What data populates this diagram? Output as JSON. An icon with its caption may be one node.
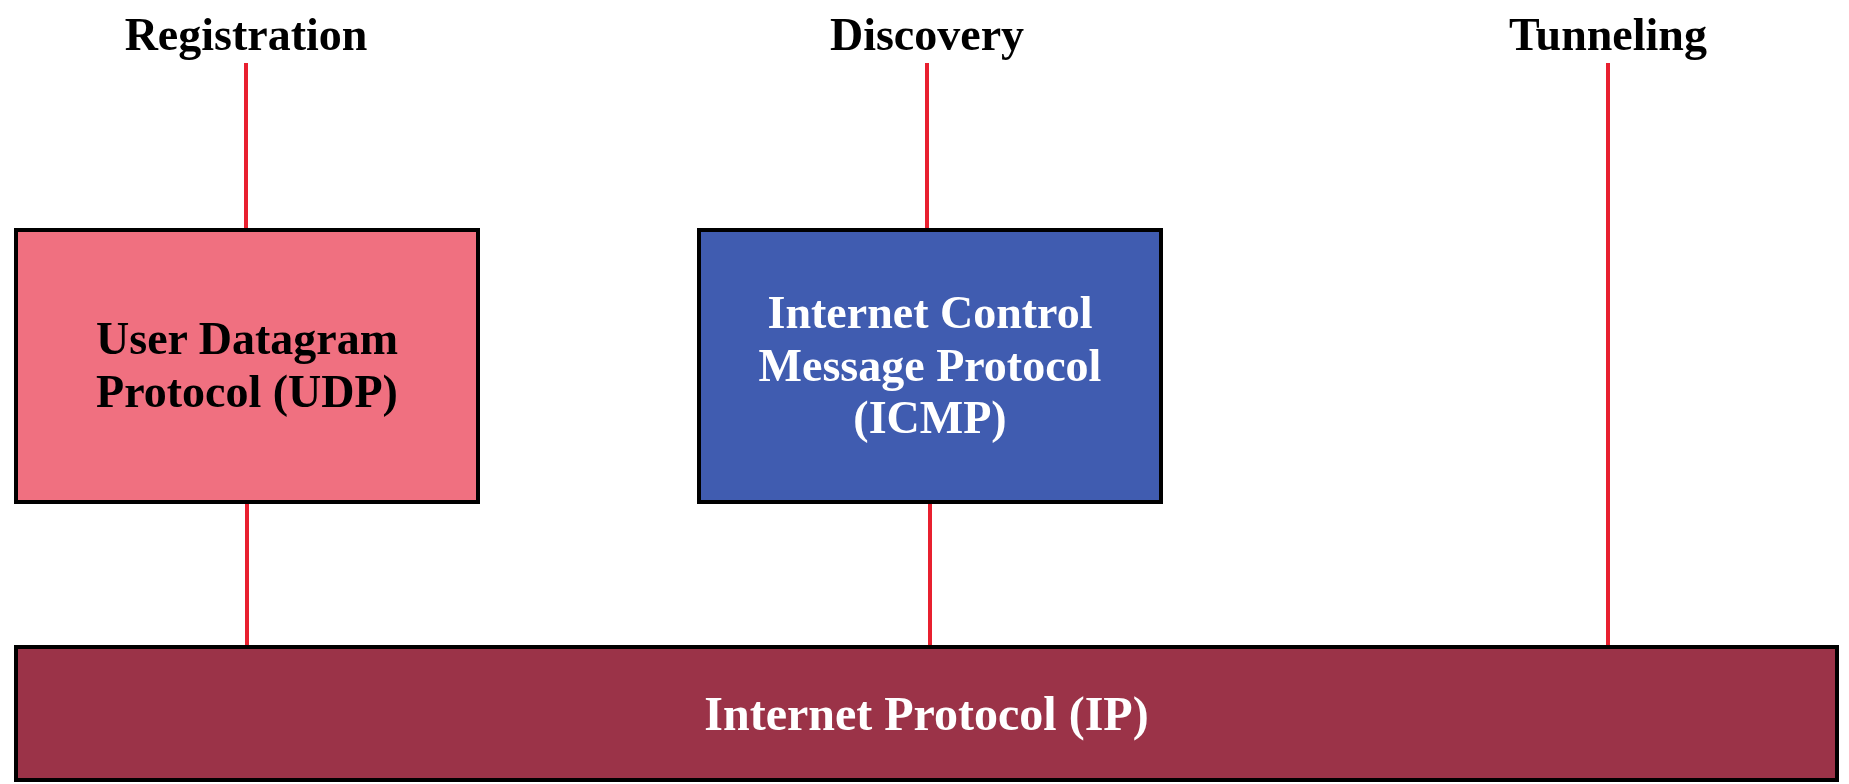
{
  "diagram": {
    "nodes": [
      {
        "text": [
          "Registration"
        ]
      },
      {
        "text": [
          "Discovery"
        ]
      },
      {
        "text": [
          "Tunneling"
        ]
      },
      {
        "text": [
          "User Datagram Protocol (UDP)"
        ]
      },
      {
        "text": [
          "Internet Control Message Protocol (ICMP)"
        ]
      },
      {
        "text": [
          "Internet Protocol (IP)"
        ]
      }
    ],
    "edges": [
      {
        "from": 0,
        "to": 3,
        "arrow": "none"
      },
      {
        "from": 3,
        "to": 5,
        "arrow": "none"
      },
      {
        "from": 1,
        "to": 4,
        "arrow": "none"
      },
      {
        "from": 4,
        "to": 5,
        "arrow": "none"
      },
      {
        "from": 2,
        "to": 5,
        "arrow": "none"
      }
    ]
  }
}
